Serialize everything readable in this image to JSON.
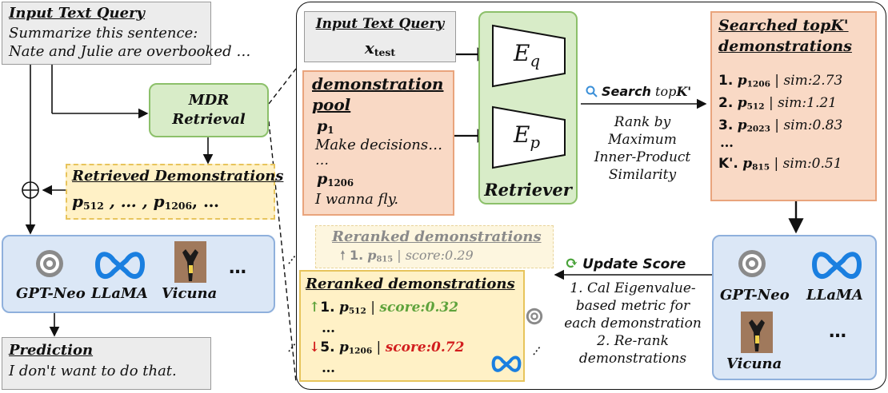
{
  "left": {
    "query_title": "Input Text Query",
    "query_line1": "Summarize this sentence:",
    "query_line2": "Nate and Julie are overbooked …",
    "mdr_line1": "MDR",
    "mdr_line2": "Retrieval",
    "retrieved_title": "Retrieved Demonstrations",
    "retrieved_p1": "p",
    "retrieved_p1_sub": "512",
    "retrieved_mid": " , … , ",
    "retrieved_p2": "p",
    "retrieved_p2_sub": "1206",
    "retrieved_tail": ", …",
    "models": [
      "GPT-Neo",
      "LLaMA",
      "Vicuna"
    ],
    "models_more": "…",
    "prediction_title": "Prediction",
    "prediction_text": "I don't want to do that."
  },
  "retriever": {
    "query_title": "Input Text Query",
    "query_var": "x",
    "query_var_sub": "test",
    "pool_title_1": "demonstration",
    "pool_title_2": "pool",
    "pool_p1": "p",
    "pool_p1_sub": "1",
    "pool_p1_text": "Make decisions…",
    "pool_dots": "…",
    "pool_p2": "p",
    "pool_p2_sub": "1206",
    "pool_p2_text": "I wanna fly.",
    "eq": "E",
    "eq_sub": "q",
    "ep": "E",
    "ep_sub": "p",
    "retriever_label": "Retriever",
    "search_word": "Search",
    "search_top": "top",
    "search_k": "K'",
    "rank_lines": [
      "Rank by",
      "Maximum",
      "Inner-Product",
      "Similarity"
    ]
  },
  "searched": {
    "title_1": "Searched topK'",
    "title_2": "demonstrations",
    "items": [
      {
        "rank": "1.",
        "p": "p",
        "sub": "1206",
        "sim": "sim:2.73"
      },
      {
        "rank": "2.",
        "p": "p",
        "sub": "512",
        "sim": "sim:1.21"
      },
      {
        "rank": "3.",
        "p": "p",
        "sub": "2023",
        "sim": "sim:0.83"
      }
    ],
    "dots": "…",
    "last": {
      "rank": "K'.",
      "p": "p",
      "sub": "815",
      "sim": "sim:0.51"
    }
  },
  "models_right": {
    "names": [
      "GPT-Neo",
      "LLaMA",
      "Vicuna"
    ],
    "more": "…"
  },
  "update": {
    "title": "Update Score",
    "lines": [
      "1. Cal Eigenvalue-",
      "based metric for",
      "each demonstration",
      "2. Re-rank",
      "demonstrations"
    ]
  },
  "reranked": {
    "ghost_title": "Reranked demonstrations",
    "ghost_item": {
      "rank": "1.",
      "p": "p",
      "sub": "815",
      "score": "score:0.29"
    },
    "title": "Reranked demonstrations",
    "items": [
      {
        "rank": "1.",
        "p": "p",
        "sub": "512",
        "score": "score:0.32"
      },
      {
        "rank": "5.",
        "p": "p",
        "sub": "1206",
        "score": "score:0.72"
      }
    ],
    "dots": "…"
  },
  "colors": {
    "green_border": "#8cc06a",
    "salmon_border": "#e9a47c",
    "yellow_border": "#e7c45c",
    "blue_border": "#8fb0dc",
    "meta_blue": "#1a7fe0",
    "score_green": "#5fa33c",
    "score_red": "#d21e1e"
  }
}
